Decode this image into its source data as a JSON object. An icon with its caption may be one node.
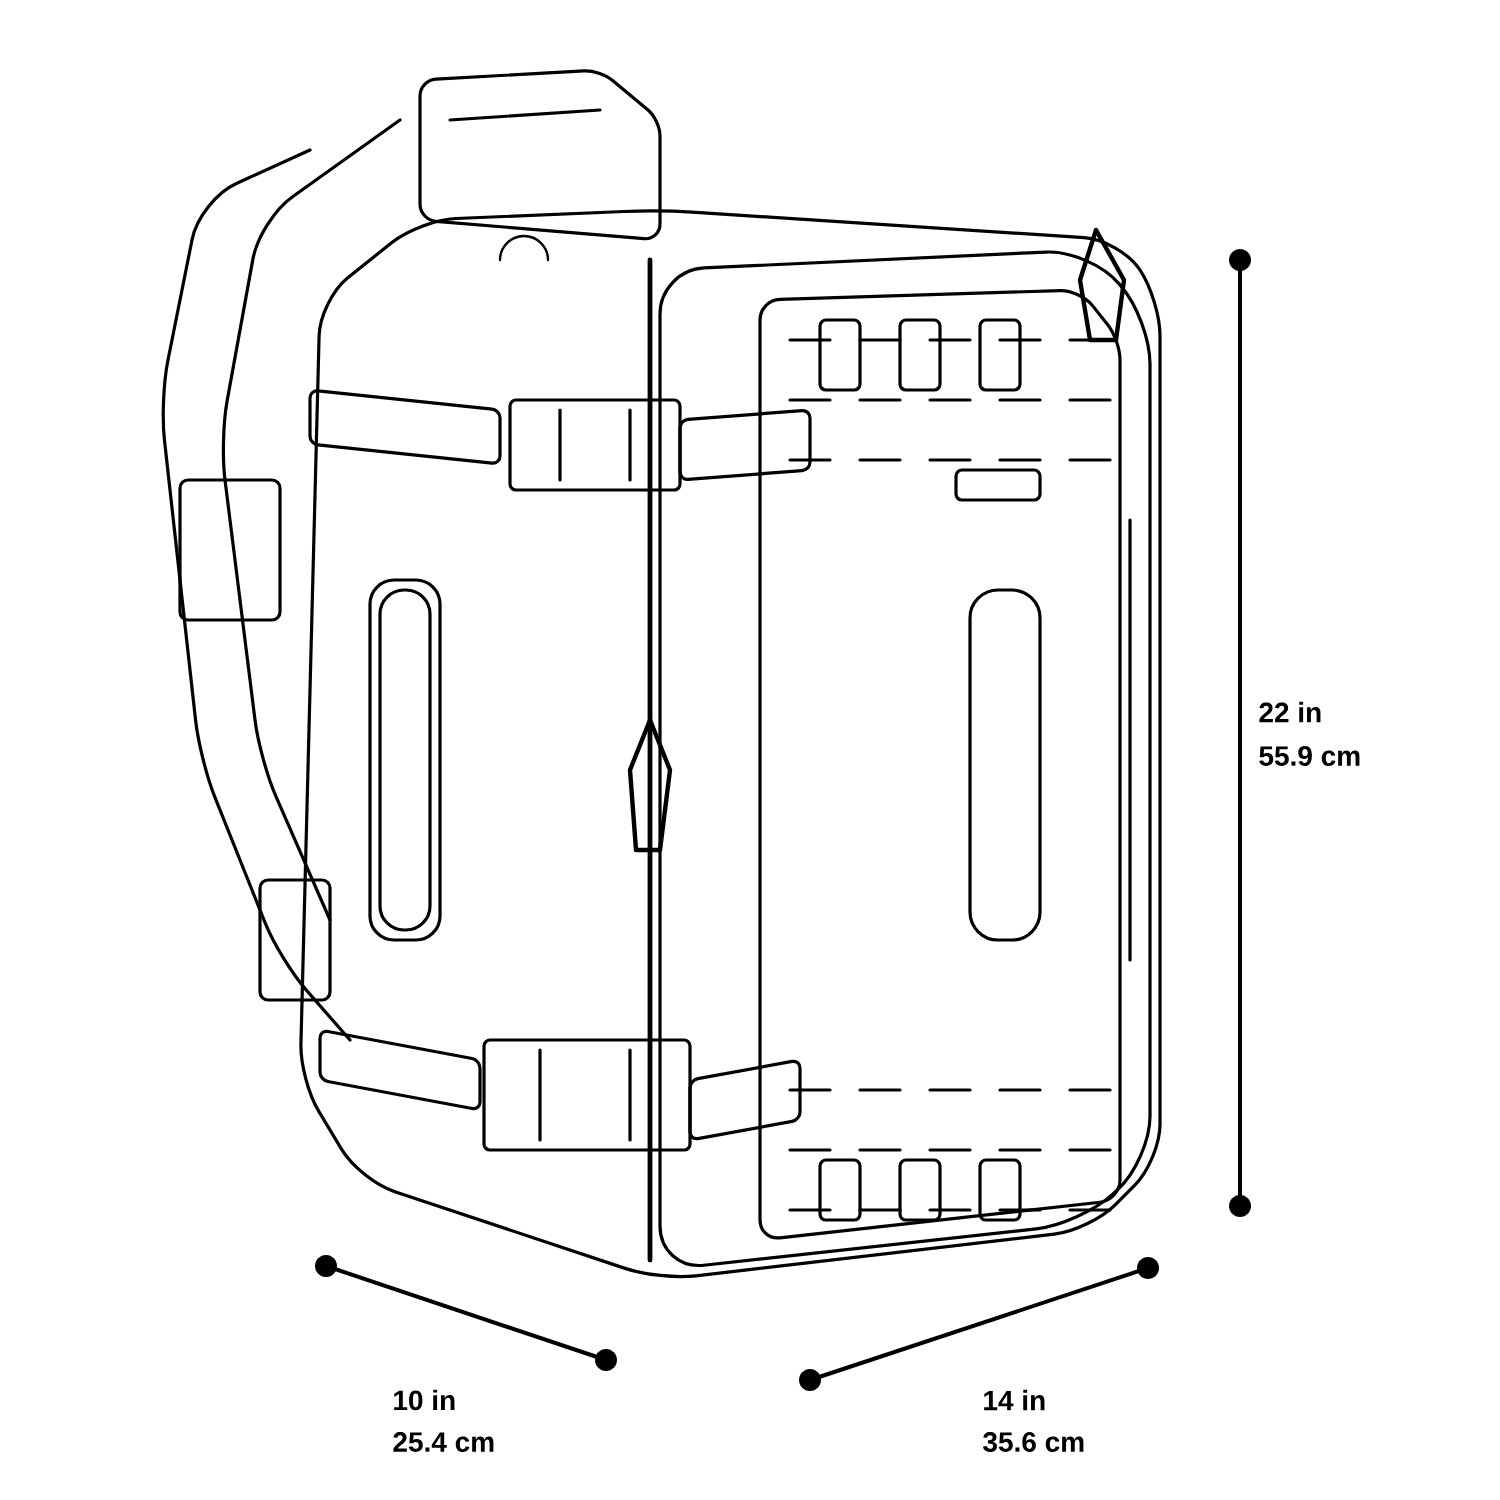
{
  "diagram": {
    "labels": [
      "22 in",
      "55.9 cm",
      "10 in",
      "25.4 cm",
      "14 in",
      "35.6 cm"
    ]
  }
}
